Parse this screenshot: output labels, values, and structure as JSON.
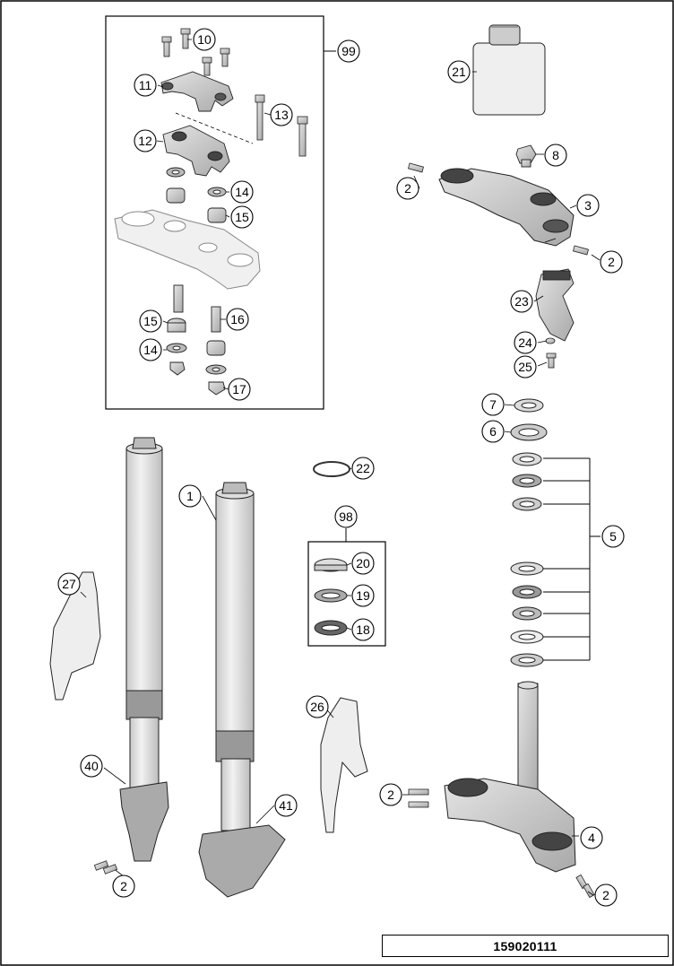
{
  "diagram": {
    "reference_number": "159020111",
    "callouts": [
      {
        "id": "c1",
        "label": "1"
      },
      {
        "id": "c2a",
        "label": "2"
      },
      {
        "id": "c2b",
        "label": "2"
      },
      {
        "id": "c2c",
        "label": "2"
      },
      {
        "id": "c2d",
        "label": "2"
      },
      {
        "id": "c2e",
        "label": "2"
      },
      {
        "id": "c3",
        "label": "3"
      },
      {
        "id": "c4",
        "label": "4"
      },
      {
        "id": "c5",
        "label": "5"
      },
      {
        "id": "c6",
        "label": "6"
      },
      {
        "id": "c7",
        "label": "7"
      },
      {
        "id": "c8",
        "label": "8"
      },
      {
        "id": "c10",
        "label": "10"
      },
      {
        "id": "c11",
        "label": "11"
      },
      {
        "id": "c12",
        "label": "12"
      },
      {
        "id": "c13",
        "label": "13"
      },
      {
        "id": "c14a",
        "label": "14"
      },
      {
        "id": "c14b",
        "label": "14"
      },
      {
        "id": "c15a",
        "label": "15"
      },
      {
        "id": "c15b",
        "label": "15"
      },
      {
        "id": "c16",
        "label": "16"
      },
      {
        "id": "c17",
        "label": "17"
      },
      {
        "id": "c18",
        "label": "18"
      },
      {
        "id": "c19",
        "label": "19"
      },
      {
        "id": "c20",
        "label": "20"
      },
      {
        "id": "c21",
        "label": "21"
      },
      {
        "id": "c22",
        "label": "22"
      },
      {
        "id": "c23",
        "label": "23"
      },
      {
        "id": "c24",
        "label": "24"
      },
      {
        "id": "c25",
        "label": "25"
      },
      {
        "id": "c26",
        "label": "26"
      },
      {
        "id": "c27",
        "label": "27"
      },
      {
        "id": "c40",
        "label": "40"
      },
      {
        "id": "c41",
        "label": "41"
      },
      {
        "id": "c98",
        "label": "98"
      },
      {
        "id": "c99",
        "label": "99"
      }
    ]
  }
}
